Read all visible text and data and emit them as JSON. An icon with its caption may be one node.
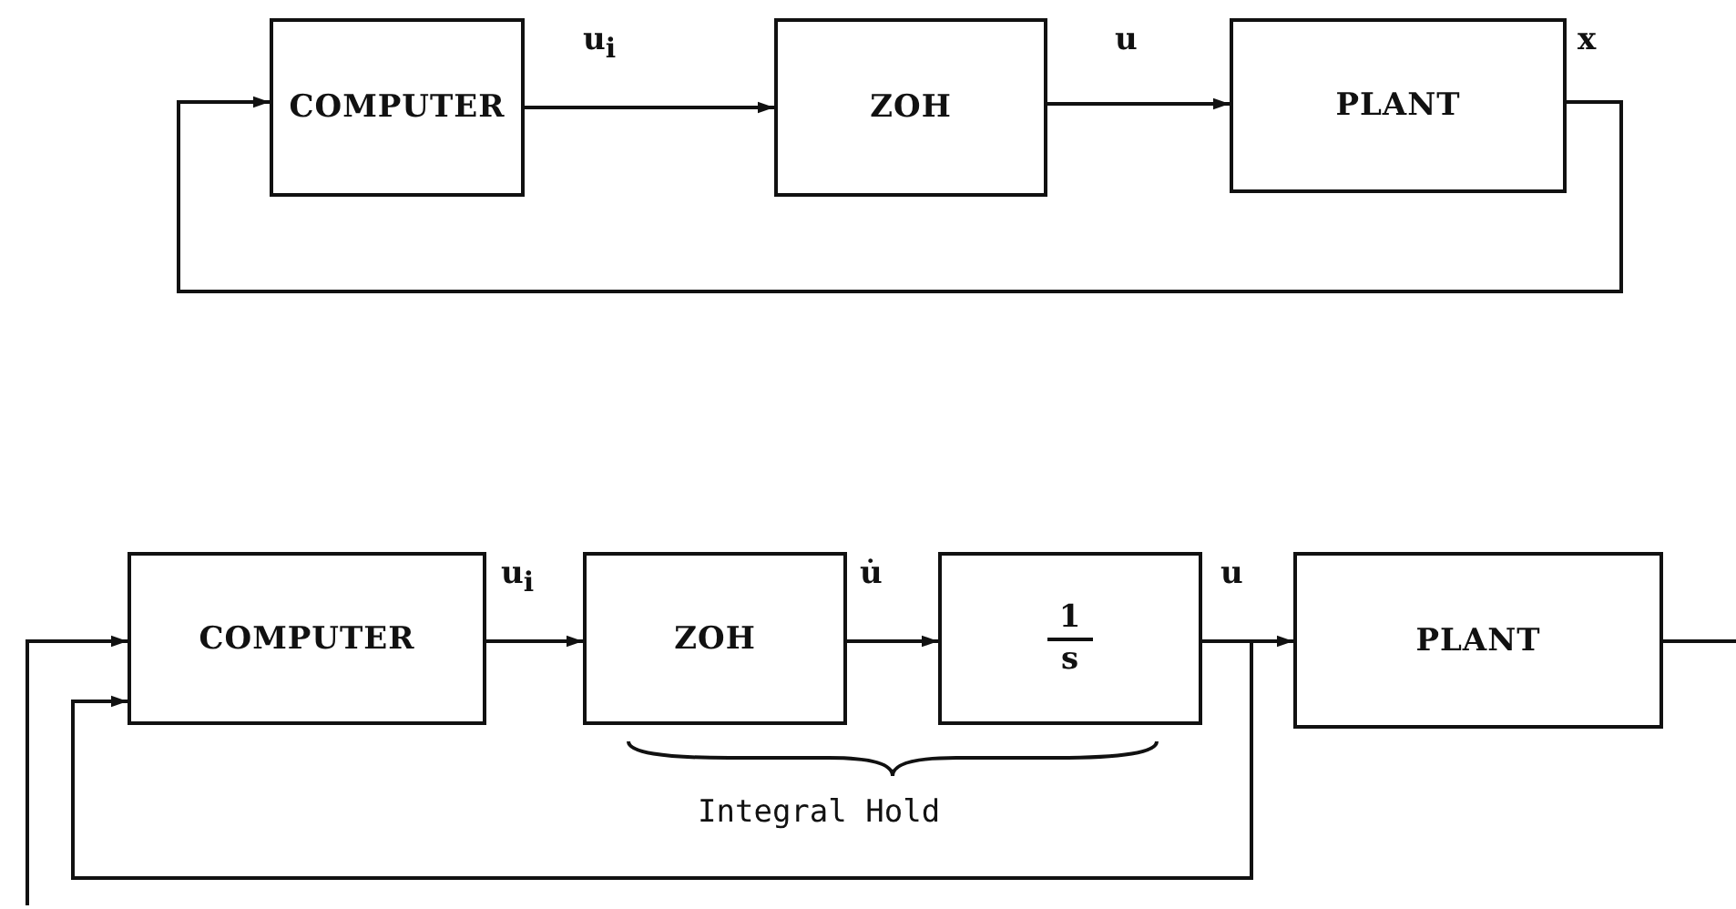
{
  "diagram": {
    "nodes": [
      {
        "text": [
          "COMPUTER"
        ]
      },
      {
        "text": [
          "ZOH"
        ]
      },
      {
        "text": [
          "PLANT"
        ]
      },
      {
        "text": [
          "COMPUTER"
        ]
      },
      {
        "text": [
          "ZOH"
        ]
      },
      {
        "text": [
          "1",
          "s"
        ]
      },
      {
        "text": [
          "PLANT"
        ]
      }
    ],
    "edges": [
      {
        "from": 0,
        "to": 1,
        "arrow": "to",
        "label": "u$_{i}$"
      },
      {
        "from": 1,
        "to": 2,
        "arrow": "to",
        "label": "u"
      },
      {
        "from": 2,
        "to": 0,
        "arrow": "to",
        "label": "x"
      },
      {
        "from": 3,
        "to": 4,
        "arrow": "to",
        "label": "u$_{i}$"
      },
      {
        "from": 4,
        "to": 5,
        "arrow": "to",
        "label": "u̇"
      },
      {
        "from": 5,
        "to": 6,
        "arrow": "to",
        "label": "u"
      },
      {
        "from": 5,
        "to": 3,
        "arrow": "to"
      },
      {
        "from": 6,
        "to": null,
        "arrow": "none"
      },
      {
        "from": null,
        "to": 3,
        "arrow": "to"
      }
    ],
    "labels": [
      "Integral Hold"
    ]
  }
}
